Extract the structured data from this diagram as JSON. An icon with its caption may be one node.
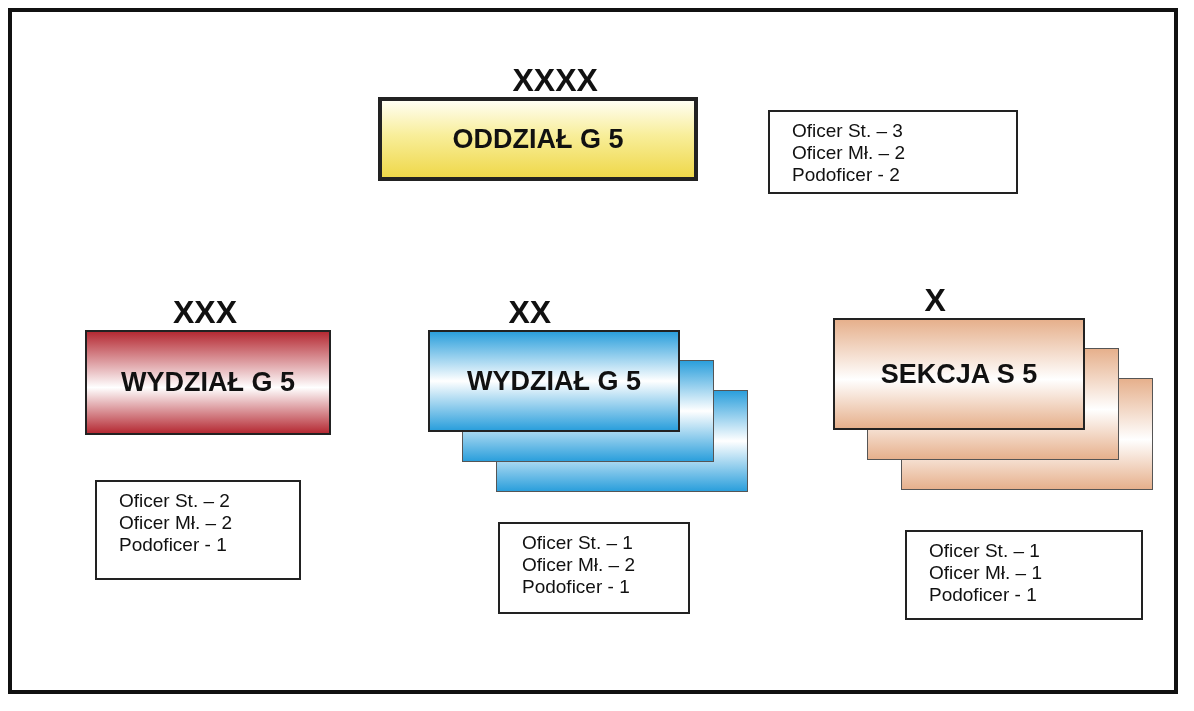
{
  "diagram": {
    "nodes": [
      {
        "text": [
          "XXXX",
          "ODDZIAŁ G 5"
        ]
      },
      {
        "text": [
          "Oficer St. – 3",
          "Oficer Mł. – 2",
          "Podoficer - 2"
        ]
      },
      {
        "text": [
          "XXX",
          "WYDZIAŁ G 5"
        ]
      },
      {
        "text": [
          "XX",
          "WYDZIAŁ G 5"
        ]
      },
      {
        "text": [
          "X",
          "SEKCJA S 5"
        ]
      },
      {
        "text": [
          "Oficer St. – 2",
          "Oficer Mł. – 2",
          "Podoficer - 1"
        ]
      },
      {
        "text": [
          "Oficer St. – 1",
          "Oficer Mł. – 2",
          "Podoficer - 1"
        ]
      },
      {
        "text": [
          "Oficer St. – 1",
          "Oficer Mł. – 1",
          "Podoficer - 1"
        ]
      }
    ]
  }
}
